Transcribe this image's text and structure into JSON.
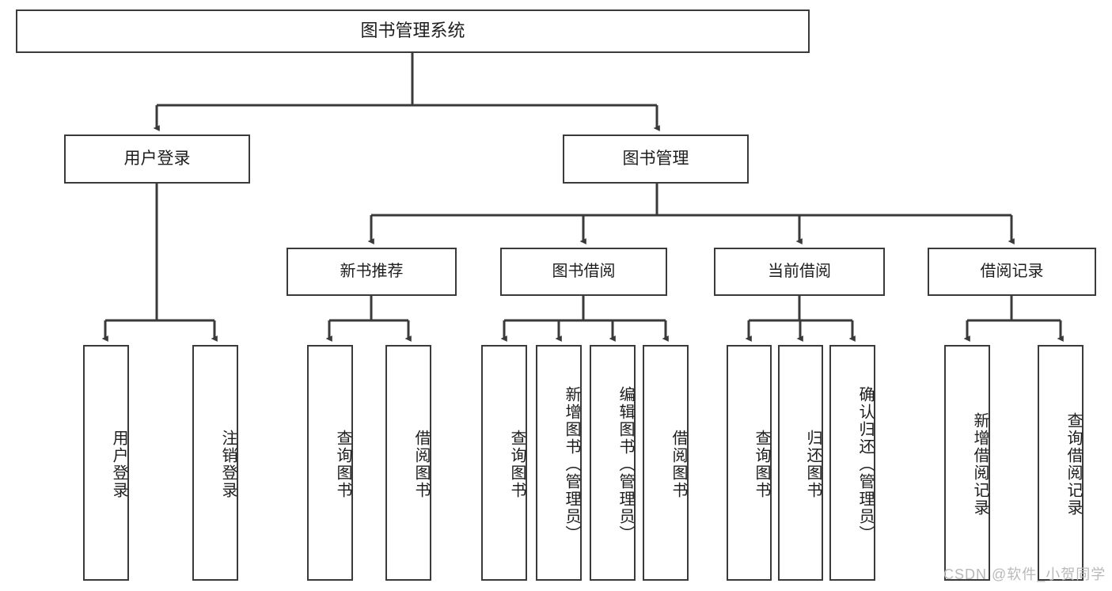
{
  "diagram": {
    "title": "图书管理系统",
    "type": "hierarchy-tree",
    "levels": 4,
    "root": {
      "label": "图书管理系统",
      "children": [
        {
          "label": "用户登录",
          "children": [
            {
              "label": "用户登录"
            },
            {
              "label": "注销登录"
            }
          ]
        },
        {
          "label": "图书管理",
          "children": [
            {
              "label": "新书推荐",
              "children": [
                {
                  "label": "查询图书"
                },
                {
                  "label": "借阅图书"
                }
              ]
            },
            {
              "label": "图书借阅",
              "children": [
                {
                  "label": "查询图书"
                },
                {
                  "label": "新增图书（管理员）"
                },
                {
                  "label": "编辑图书（管理员）"
                },
                {
                  "label": "借阅图书"
                }
              ]
            },
            {
              "label": "当前借阅",
              "children": [
                {
                  "label": "查询图书"
                },
                {
                  "label": "归还图书"
                },
                {
                  "label": "确认归还（管理员）"
                }
              ]
            },
            {
              "label": "借阅记录",
              "children": [
                {
                  "label": "新增借阅记录"
                },
                {
                  "label": "查询借阅记录"
                }
              ]
            }
          ]
        }
      ]
    }
  },
  "nodes": {
    "root": "图书管理系统",
    "user_login": "用户登录",
    "book_manage": "图书管理",
    "new_book_rec": "新书推荐",
    "book_borrow": "图书借阅",
    "current_borrow": "当前借阅",
    "borrow_record": "借阅记录",
    "leaf_user_login": "用户登录",
    "leaf_logout": "注销登录",
    "leaf_query_book_a": "查询图书",
    "leaf_borrow_book_a": "借阅图书",
    "leaf_query_book_b": "查询图书",
    "leaf_add_book": "新增图书（管理员）",
    "leaf_edit_book": "编辑图书（管理员）",
    "leaf_borrow_book_b": "借阅图书",
    "leaf_query_book_c": "查询图书",
    "leaf_return_book": "归还图书",
    "leaf_confirm_return": "确认归还（管理员）",
    "leaf_add_record": "新增借阅记录",
    "leaf_query_record": "查询借阅记录"
  },
  "watermark": {
    "text": "CSDN @软件_小贺同学"
  },
  "colors": {
    "stroke": "#3a3a3a",
    "background": "#ffffff",
    "text": "#1d1d1d",
    "watermark": "#b9b9b9"
  }
}
